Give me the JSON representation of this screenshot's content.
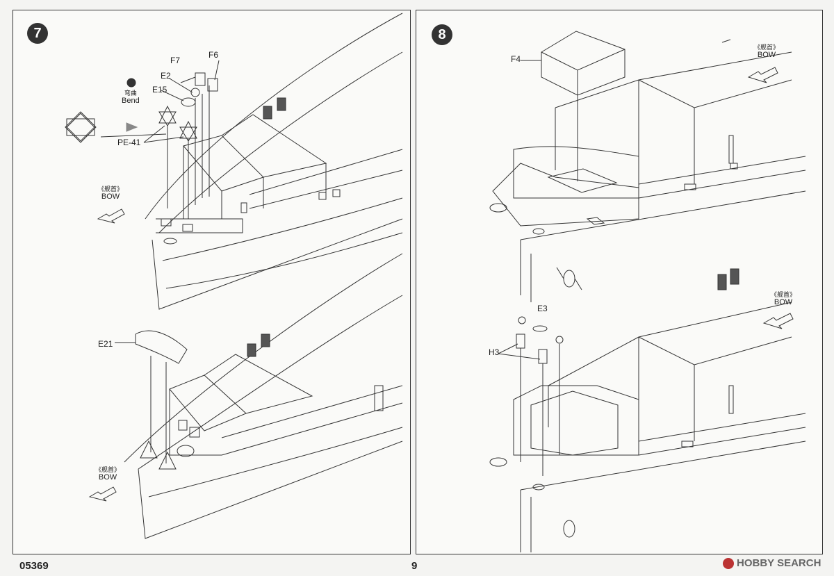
{
  "step7": {
    "number": "7",
    "parts": {
      "f7": "F7",
      "f6": "F6",
      "e2": "E2",
      "e15": "E15",
      "pe41": "PE-41",
      "e21": "E21"
    },
    "bend_cn": "弯曲",
    "bend": "Bend",
    "bow_top": {
      "cn": "《舰首》",
      "en": "BOW"
    },
    "bow_bottom": {
      "cn": "《舰首》",
      "en": "BOW"
    }
  },
  "step8": {
    "number": "8",
    "parts": {
      "f4": "F4",
      "e3": "E3",
      "h3": "H3"
    },
    "bow_top": {
      "cn": "《舰首》",
      "en": "BOW"
    },
    "bow_bottom": {
      "cn": "《舰首》",
      "en": "BOW"
    }
  },
  "footer": {
    "code": "05369",
    "page": "9",
    "watermark": "HOBBY SEARCH"
  }
}
